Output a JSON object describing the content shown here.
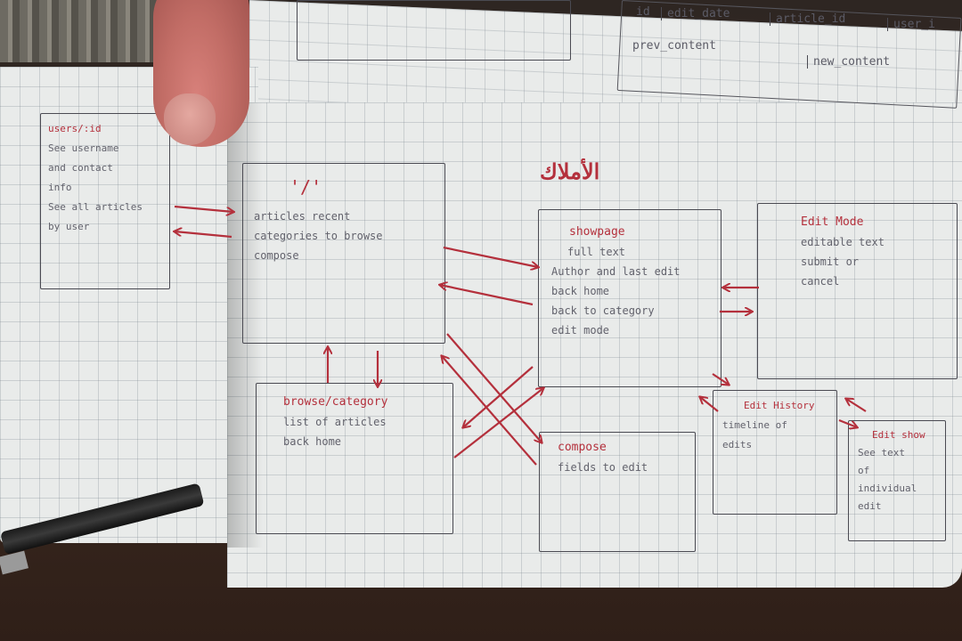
{
  "diagram": {
    "title": "الأملاك",
    "schema_cells": [
      "id",
      "edit_date",
      "article_id",
      "user_i",
      "prev_content",
      "new_content"
    ],
    "boxes": {
      "users": {
        "title": "users/:id",
        "lines": [
          "See username",
          "and contact",
          "info",
          "See all articles",
          "by user"
        ]
      },
      "home": {
        "title": "'/'",
        "lines": [
          "articles recent",
          "categories to browse",
          "compose"
        ]
      },
      "showpage": {
        "title": "showpage",
        "lines": [
          "full text",
          "Author and last edit",
          "back home",
          "back to category",
          "edit mode"
        ]
      },
      "edit_mode": {
        "title": "Edit Mode",
        "lines": [
          "editable text",
          "submit or",
          "cancel"
        ]
      },
      "browse": {
        "title": "browse/category",
        "lines": [
          "list of articles",
          "back home"
        ]
      },
      "compose": {
        "title": "compose",
        "lines": [
          "fields to edit"
        ]
      },
      "edit_history": {
        "title": "Edit History",
        "lines": [
          "timeline of",
          "edits"
        ]
      },
      "edit_show": {
        "title": "Edit show",
        "lines": [
          "See text",
          "of",
          "individual",
          "edit"
        ]
      }
    },
    "colors": {
      "ink_red": "#b4303c",
      "ink_gray": "#62626c",
      "paper": "#e9ebea"
    }
  }
}
